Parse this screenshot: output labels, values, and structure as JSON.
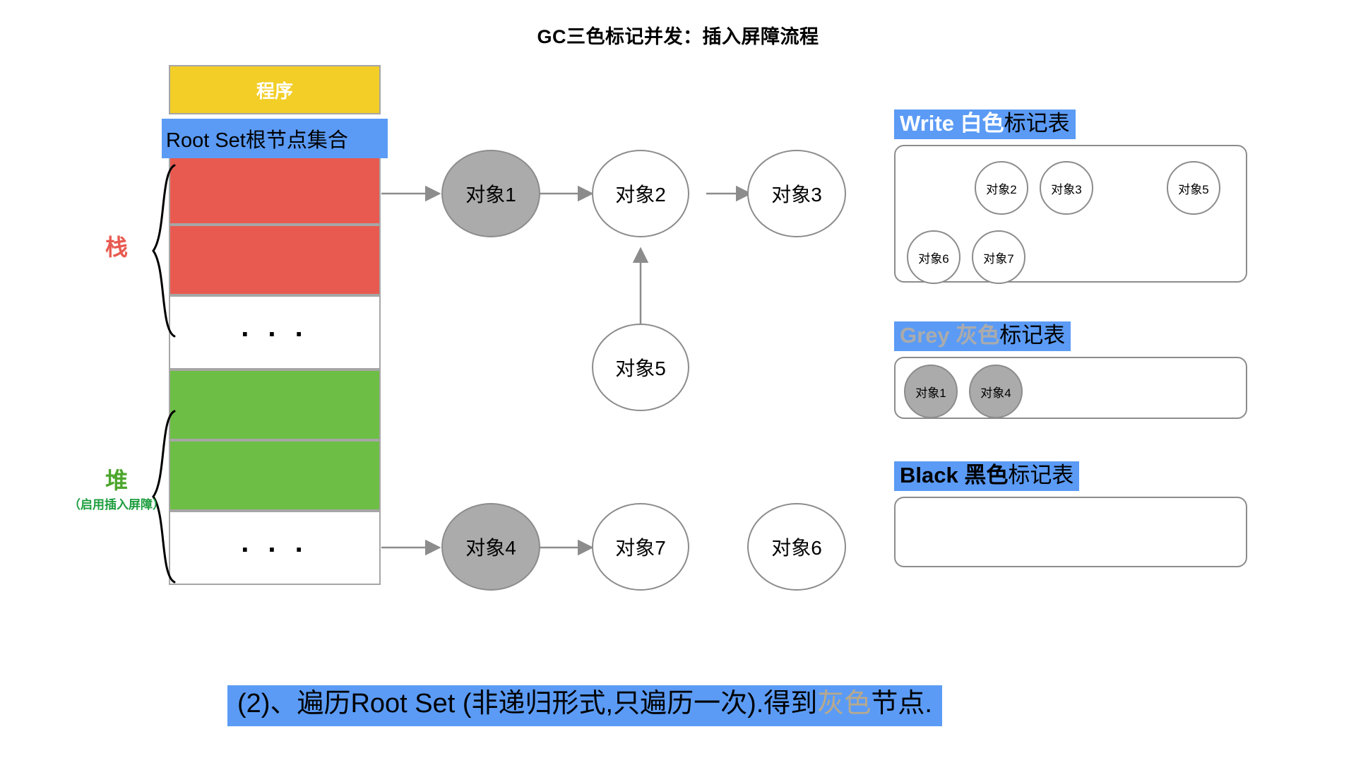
{
  "page": {
    "title": "GC三色标记并发：插入屏障流程",
    "bg_color": "#ffffff"
  },
  "colors": {
    "program_yellow": "#F2CE27",
    "rootset_blue": "#5B9BF5",
    "stack_red": "#E85A50",
    "heap_green": "#6DBE45",
    "node_grey": "#ABABAB",
    "border_grey": "#8c8c8c",
    "caption_highlight": "#B8A98C"
  },
  "memory_column": {
    "program_label": "程序",
    "rootset_label": "Root Set根节点集合",
    "stack_dots": ". . .",
    "heap_dots": ". . .",
    "stack_label": "栈",
    "heap_label": "堆",
    "heap_sublabel": "（启用插入屏障）"
  },
  "graph": {
    "nodes": [
      {
        "id": "obj1",
        "label": "对象1",
        "fill": "grey"
      },
      {
        "id": "obj2",
        "label": "对象2",
        "fill": "white"
      },
      {
        "id": "obj3",
        "label": "对象3",
        "fill": "white"
      },
      {
        "id": "obj5",
        "label": "对象5",
        "fill": "white"
      },
      {
        "id": "obj4",
        "label": "对象4",
        "fill": "grey"
      },
      {
        "id": "obj7",
        "label": "对象7",
        "fill": "white"
      },
      {
        "id": "obj6",
        "label": "对象6",
        "fill": "white"
      }
    ],
    "edges": [
      {
        "from": "rootset-stack",
        "to": "obj1"
      },
      {
        "from": "obj1",
        "to": "obj2"
      },
      {
        "from": "obj2",
        "to": "obj3"
      },
      {
        "from": "obj5",
        "to": "obj2"
      },
      {
        "from": "rootset-heap",
        "to": "obj4"
      },
      {
        "from": "obj4",
        "to": "obj7"
      }
    ]
  },
  "mark_tables": [
    {
      "id": "white-table",
      "title_en": "Write",
      "title_cn_colored": "白色",
      "title_tail": "标记表",
      "items": [
        "对象2",
        "对象3",
        "对象5",
        "对象6",
        "对象7"
      ],
      "item_fill": "white"
    },
    {
      "id": "grey-table",
      "title_en": "Grey",
      "title_cn_colored": "灰色",
      "title_tail": "标记表",
      "items": [
        "对象1",
        "对象4"
      ],
      "item_fill": "grey"
    },
    {
      "id": "black-table",
      "title_en": "Black",
      "title_cn_colored": "黑色",
      "title_tail": "标记表",
      "items": [],
      "item_fill": "black"
    }
  ],
  "caption": {
    "prefix": "(2)、遍历Root Set (非递归形式,只遍历一次).得到",
    "highlight": "灰色",
    "suffix": "节点."
  }
}
